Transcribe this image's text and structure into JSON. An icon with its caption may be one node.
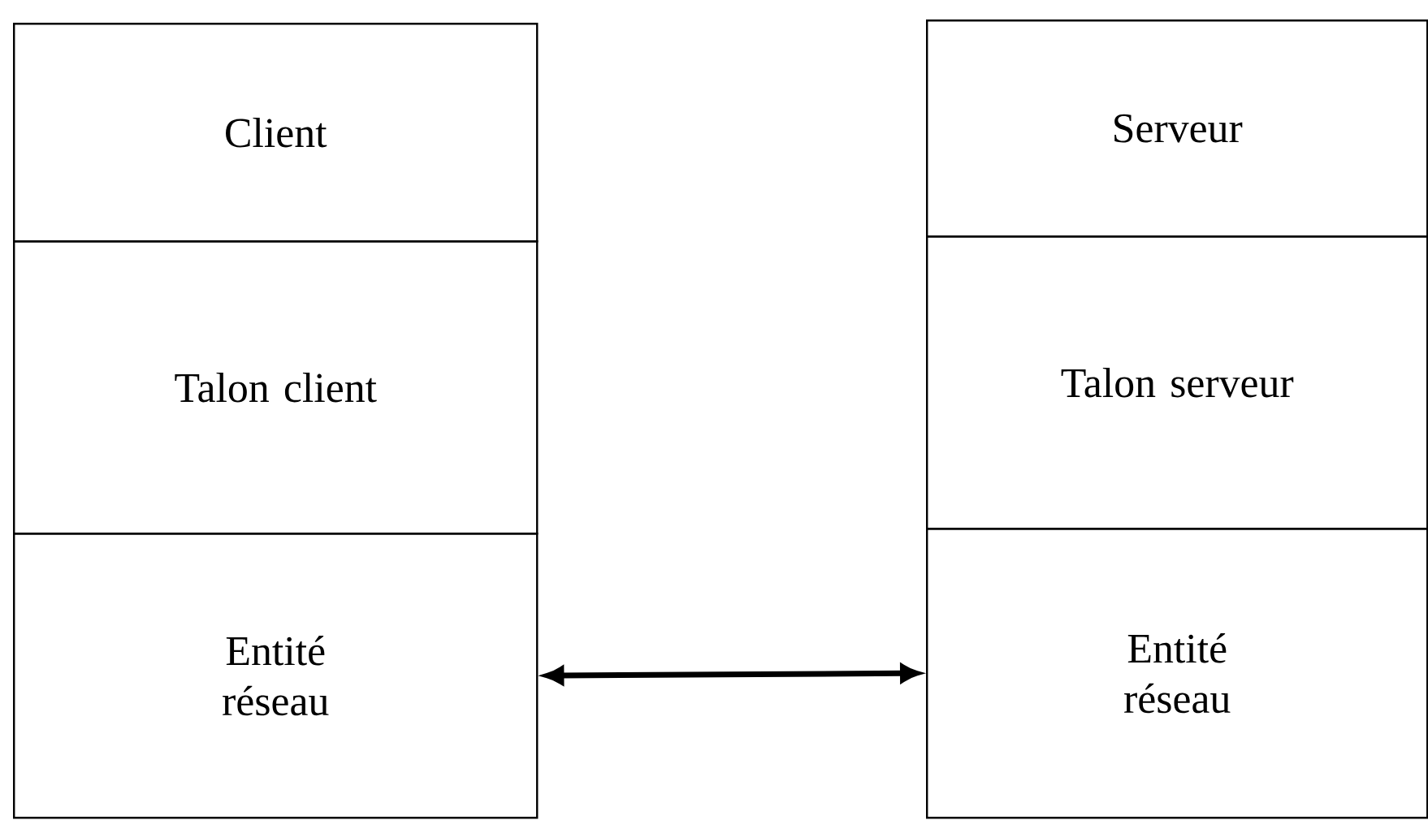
{
  "diagram": {
    "nodes": [
      {
        "text": [
          "Client"
        ]
      },
      {
        "text": [
          "Talon client"
        ]
      },
      {
        "text": [
          "Entité réseau"
        ]
      },
      {
        "text": [
          "Serveur"
        ]
      },
      {
        "text": [
          "Talon serveur"
        ]
      },
      {
        "text": [
          "Entité réseau"
        ]
      }
    ],
    "edges": [
      {
        "from": 2,
        "to": 5,
        "arrow": "both"
      }
    ]
  }
}
